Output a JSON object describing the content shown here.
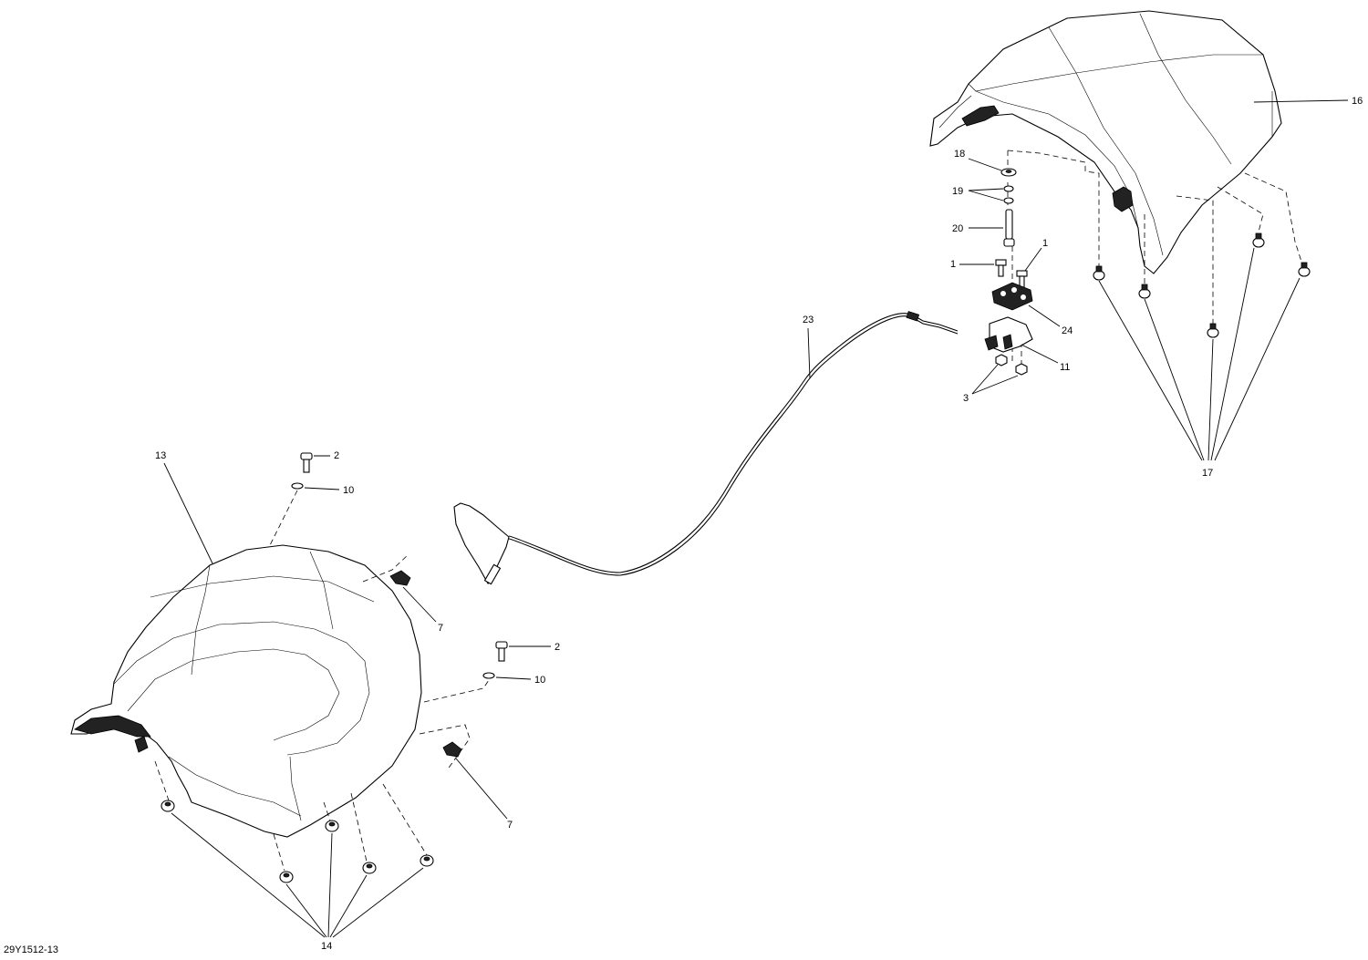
{
  "figure_id": "29Y1512-13",
  "callouts": {
    "c1a": "1",
    "c1b": "1",
    "c2a": "2",
    "c2b": "2",
    "c3": "3",
    "c7a": "7",
    "c7b": "7",
    "c10a": "10",
    "c10b": "10",
    "c11": "11",
    "c13": "13",
    "c14": "14",
    "c16": "16",
    "c17": "17",
    "c18": "18",
    "c19": "19",
    "c20": "20",
    "c23": "23",
    "c24": "24"
  }
}
